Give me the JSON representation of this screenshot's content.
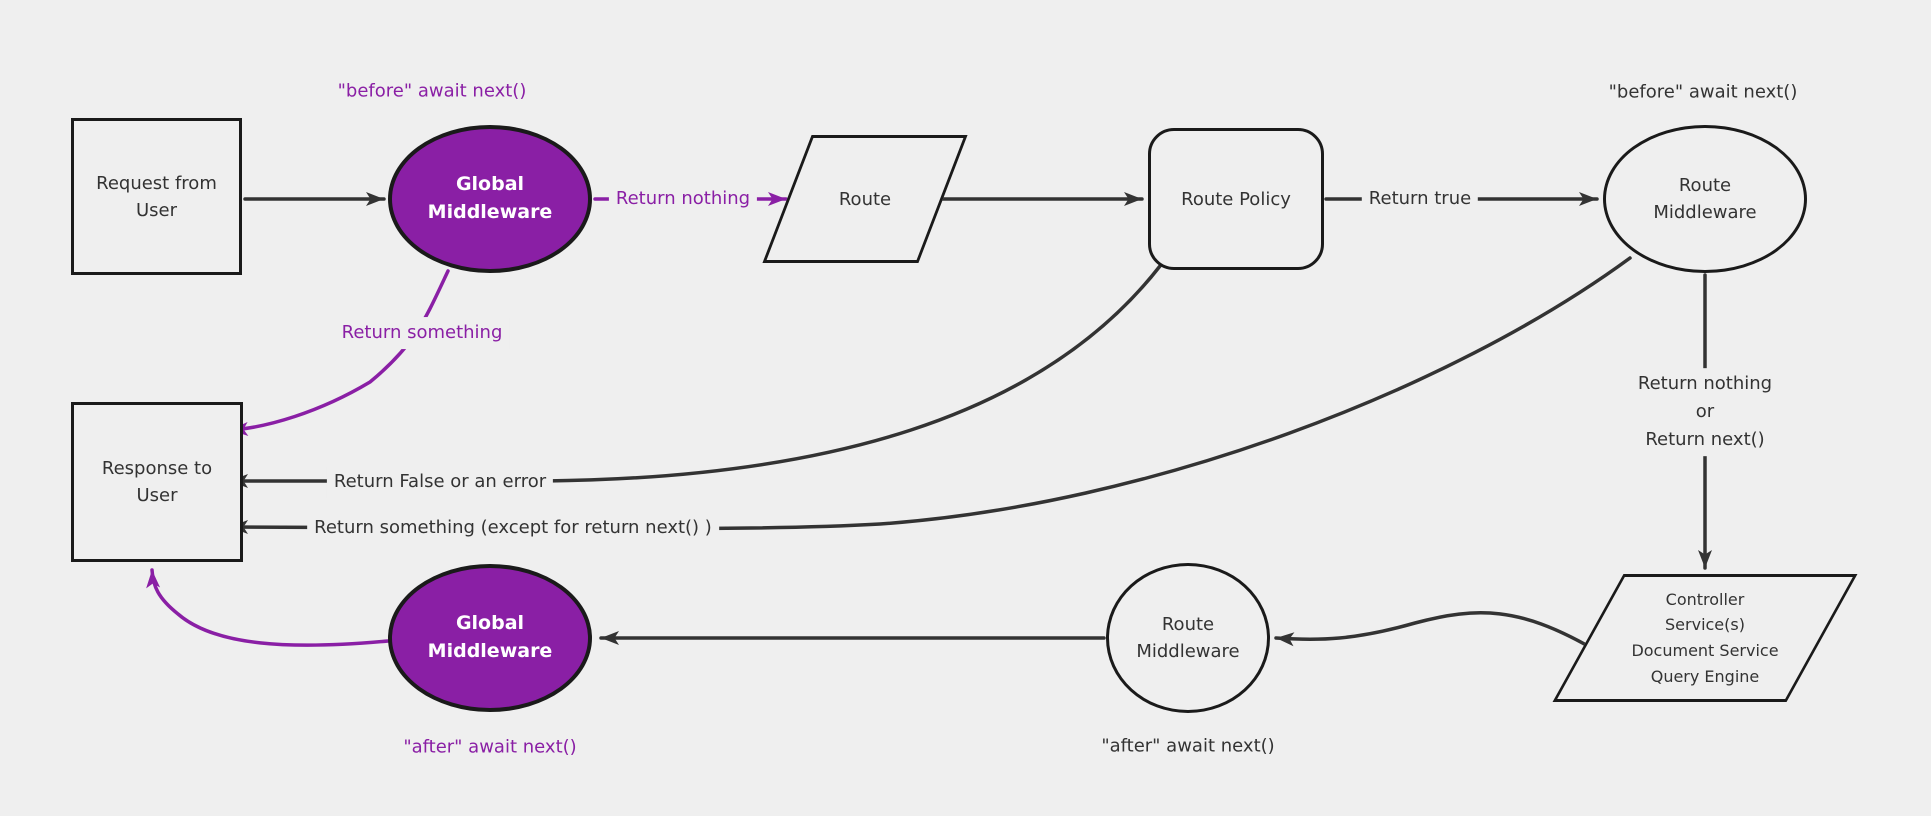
{
  "theme": {
    "background": "#efefef",
    "node_fill": "#efefef",
    "node_border": "#1a1a1a",
    "edge_color": "#333333",
    "text_color": "#333333",
    "purple": "#8a1fa5",
    "white": "#ffffff"
  },
  "nodes": {
    "request": {
      "label": "Request from\nUser"
    },
    "global_middleware_top": {
      "label": "Global\nMiddleware"
    },
    "route": {
      "label": "Route"
    },
    "route_policy": {
      "label": "Route Policy"
    },
    "route_middleware_top": {
      "label": "Route\nMiddleware"
    },
    "controller": {
      "label": "Controller\nService(s)\nDocument Service\nQuery Engine"
    },
    "route_middleware_bottom": {
      "label": "Route\nMiddleware"
    },
    "global_middleware_bottom": {
      "label": "Global\nMiddleware"
    },
    "response": {
      "label": "Response to\nUser"
    }
  },
  "edge_labels": {
    "return_nothing": "Return nothing",
    "return_true": "Return true",
    "return_something": "Return something",
    "return_false_or_error": "Return False or an error",
    "return_something_except": "Return something (except for return next() )",
    "return_nothing_or_next": "Return nothing\nor\nReturn next()"
  },
  "annotations": {
    "before_await_global": "\"before\" await next()",
    "before_await_route": "\"before\" await next()",
    "after_await_route": "\"after\" await next()",
    "after_await_global": "\"after\" await next()"
  }
}
